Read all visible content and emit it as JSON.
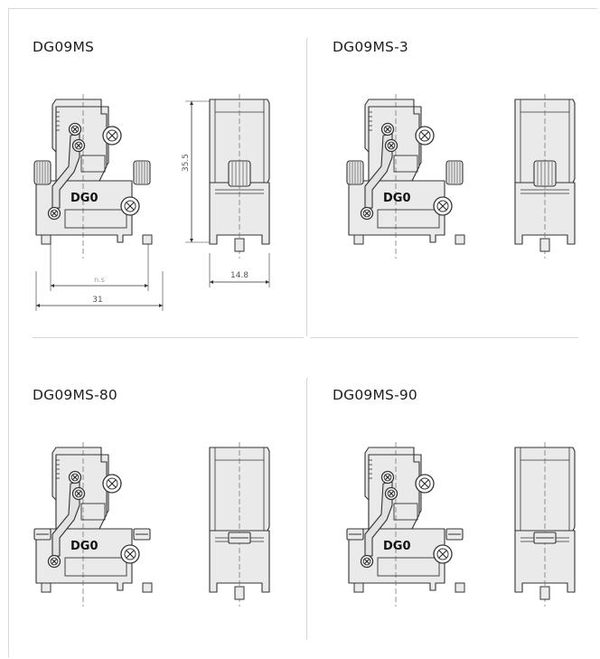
{
  "cells": [
    {
      "title": "DG09MS",
      "variant": "screw-locks",
      "dimensions": true
    },
    {
      "title": "DG09MS-3",
      "variant": "screw-locks",
      "dimensions": false
    },
    {
      "title": "DG09MS-80",
      "variant": "slotted",
      "dimensions": false
    },
    {
      "title": "DG09MS-90",
      "variant": "slotted",
      "dimensions": false
    }
  ],
  "shell_label": "DG0",
  "dims": {
    "height": "35.5",
    "width_total": "31",
    "width_inner": "n.s",
    "depth": "14.8"
  },
  "colors": {
    "fill": "#eaeaea",
    "stroke": "#333333",
    "divider": "#d6d6d6"
  }
}
